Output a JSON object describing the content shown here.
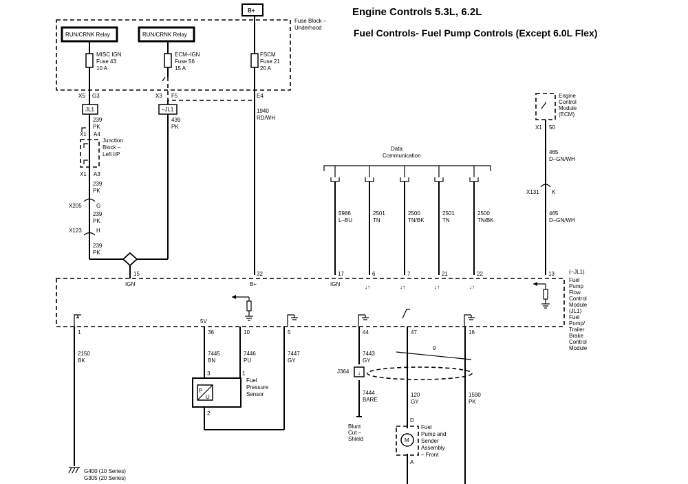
{
  "title": "Engine Controls 5.3L, 6.2L",
  "subtitle": "Fuel Controls- Fuel Pump Controls (Except 6.0L  Flex)",
  "top_terminal": "B+",
  "fuse_block": {
    "line1": "Fuse Block –",
    "line2": "Underhood"
  },
  "relays": [
    {
      "label": "RUN/CRNK Relay",
      "fuse_name": "MISC IGN",
      "fuse_num": "Fuse 43",
      "fuse_amp": "10 A",
      "conn": "X5",
      "pin": "G3"
    },
    {
      "label": "RUN/CRNK Relay",
      "fuse_name": "ECM–IGN",
      "fuse_num": "Fuse 56",
      "fuse_amp": "15 A",
      "conn": "X3",
      "pin": "F5"
    }
  ],
  "fscm": {
    "name": "FSCM",
    "num": "Fuse 21",
    "amp": "20 A",
    "pin": "E4",
    "wire_num": "1940",
    "wire_color": "RD/WH"
  },
  "splices": {
    "jl1": "JL1",
    "neg_jl1": "–JL1"
  },
  "left_wires": [
    {
      "num": "239",
      "color": "PK"
    },
    {
      "num": "439",
      "color": "PK"
    },
    {
      "num": "239",
      "color": "PK"
    },
    {
      "num": "239",
      "color": "PK"
    },
    {
      "num": "239",
      "color": "PK"
    }
  ],
  "left_connectors": {
    "x1a": "X1",
    "a4": "A4",
    "x1b": "X1",
    "a3": "A3",
    "x205": "X205",
    "g": "G",
    "x123": "X123",
    "h": "H"
  },
  "junction_block": {
    "line1": "Junction",
    "line2": "Block –",
    "line3": "Left I/P"
  },
  "data_comm": {
    "line1": "Data",
    "line2": "Communication"
  },
  "data_wires": [
    {
      "num": "5986",
      "color": "L–BU",
      "pin": "17",
      "label": "IGN"
    },
    {
      "num": "2501",
      "color": "TN",
      "pin": "6",
      "label": ""
    },
    {
      "num": "2500",
      "color": "TN/BK",
      "pin": "7",
      "label": ""
    },
    {
      "num": "2501",
      "color": "TN",
      "pin": "21",
      "label": ""
    },
    {
      "num": "2500",
      "color": "TN/BK",
      "pin": "22",
      "label": ""
    }
  ],
  "ecm": {
    "line1": "Engine",
    "line2": "Control",
    "line3": "Module",
    "line4": "(ECM)",
    "conn": "X1",
    "pin": "50",
    "wire_num": "465",
    "wire_color": "D–GN/WH",
    "x131": "X131",
    "k": "K",
    "wire_num2": "465",
    "wire_color2": "D–GN/WH"
  },
  "module": {
    "line1": "(–JL1)",
    "line2": "Fuel",
    "line3": "Pump",
    "line4": "Flow",
    "line5": "Control",
    "line6": "Module",
    "line7": "(JL1)",
    "line8": "Fuel",
    "line9": "Pump/",
    "line10": "Trailer",
    "line11": "Brake",
    "line12": "Control",
    "line13": "Module",
    "pin_ign": "15",
    "ign_label": "IGN",
    "pin_bplus": "32",
    "bplus_label": "B+",
    "pin_13": "13"
  },
  "bottom_pins": [
    {
      "pin": "1",
      "num": "2150",
      "color": "BK"
    },
    {
      "pin": "36",
      "num": "7445",
      "color": "BN",
      "label": "5V"
    },
    {
      "pin": "10",
      "num": "7446",
      "color": "PU"
    },
    {
      "pin": "5",
      "num": "7447",
      "color": "GY"
    },
    {
      "pin": "44",
      "num": "7443",
      "color": "GY"
    },
    {
      "pin": "47",
      "num": "120",
      "color": "GY"
    },
    {
      "pin": "16",
      "num": "1590",
      "color": "PK"
    }
  ],
  "sensor": {
    "line1": "Fuel",
    "line2": "Pressure",
    "line3": "Sensor",
    "pin3": "3",
    "pin1": "1",
    "pin2": "2",
    "p": "P",
    "u": "U"
  },
  "shield": {
    "conn": "J364",
    "num": "7444",
    "color": "BARE",
    "blunt1": "Blunt",
    "blunt2": "Cut –",
    "blunt3": "Shield",
    "twist": "9"
  },
  "pump": {
    "line1": "Fuel",
    "line2": "Pump and",
    "line3": "Sender",
    "line4": "Assembly",
    "line5": "– Front",
    "d": "D",
    "a": "A",
    "m": "M"
  },
  "grounds": {
    "g1": "G400 (10 Series)",
    "g2": "G305 (20 Series)"
  }
}
